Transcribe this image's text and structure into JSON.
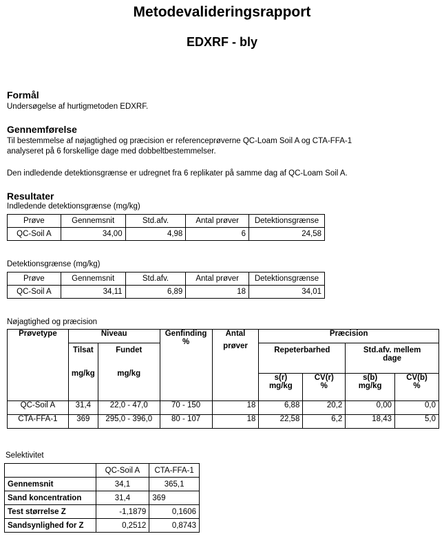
{
  "header": {
    "title": "Metodevalideringsrapport",
    "subtitle": "EDXRF - bly"
  },
  "formaal": {
    "heading": "Formål",
    "text": "Undersøgelse af hurtigmetoden EDXRF."
  },
  "gennemfoerelse": {
    "heading": "Gennemførelse",
    "line1": "Til bestemmelse af nøjagtighed og præcision er referenceprøverne QC-Loam Soil A og CTA-FFA-1",
    "line2": "analyseret på 6 forskellige dage med dobbeltbestemmelser.",
    "line3": "Den indledende detektionsgrænse er udregnet fra 6 replikater på samme dag af QC-Loam Soil A."
  },
  "resultater": {
    "heading": "Resultater",
    "t1": {
      "caption": "Indledende detektionsgrænse (mg/kg)",
      "headers": [
        "Prøve",
        "Gennemsnit",
        "Std.afv.",
        "Antal prøver",
        "Detektionsgrænse"
      ],
      "row": [
        "QC-Soil A",
        "34,00",
        "4,98",
        "6",
        "24,58"
      ]
    },
    "t2": {
      "caption": "Detektionsgrænse (mg/kg)",
      "headers": [
        "Prøve",
        "Gennemsnit",
        "Std.afv.",
        "Antal prøver",
        "Detektionsgrænse"
      ],
      "row": [
        "QC-Soil A",
        "34,11",
        "6,89",
        "18",
        "34,01"
      ]
    },
    "t3": {
      "caption": "Nøjagtighed og præcision",
      "h_proevetype": "Prøvetype",
      "h_niveau": "Niveau",
      "h_genfinding": "Genfinding",
      "h_genfinding_unit": "%",
      "h_antal": "Antal",
      "h_antal2": "prøver",
      "h_praecision": "Præcision",
      "h_tilsat": "Tilsat",
      "h_fundet": "Fundet",
      "h_repeterbarhed": "Repeterbarhed",
      "h_stdafv_mellem": "Std.afv. mellem",
      "h_dage": "dage",
      "h_mgkg1": "mg/kg",
      "h_mgkg2": "mg/kg",
      "h_sr": "s(r)",
      "h_sr_unit": "mg/kg",
      "h_cvr": "CV(r)",
      "h_cvr_unit": "%",
      "h_sb": "s(b)",
      "h_sb_unit": "mg/kg",
      "h_cvb": "CV(b)",
      "h_cvb_unit": "%",
      "rows": [
        [
          "QC-Soil A",
          "31,4",
          "22,0 - 47,0",
          "70 - 150",
          "18",
          "6,88",
          "20,2",
          "0,00",
          "0,0"
        ],
        [
          "CTA-FFA-1",
          "369",
          "295,0 - 396,0",
          "80 - 107",
          "18",
          "22,58",
          "6,2",
          "18,43",
          "5,0"
        ]
      ]
    },
    "t4": {
      "caption": "Selektivitet",
      "headers": [
        "",
        "QC-Soil A",
        "CTA-FFA-1"
      ],
      "rows": [
        [
          "Gennemsnit",
          "34,1",
          "365,1"
        ],
        [
          "Sand koncentration",
          "31,4",
          "369"
        ],
        [
          "Test størrelse Z",
          "-1,1879",
          "0,1606"
        ],
        [
          "Sandsynlighed for Z",
          "0,2512",
          "0,8743"
        ]
      ]
    }
  }
}
